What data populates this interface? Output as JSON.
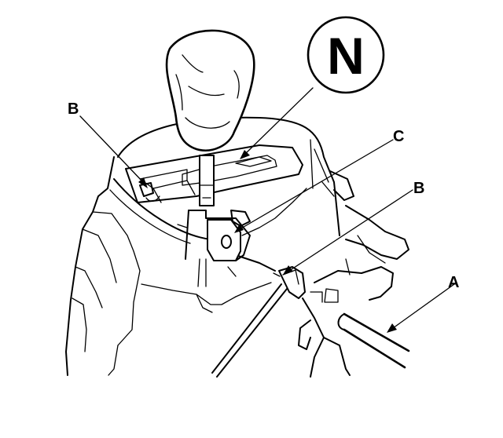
{
  "labels": {
    "b_left": "B",
    "b_right": "B",
    "c": "C",
    "a": "A",
    "position": "N"
  },
  "colors": {
    "ink": "#000000",
    "paper": "#ffffff"
  }
}
